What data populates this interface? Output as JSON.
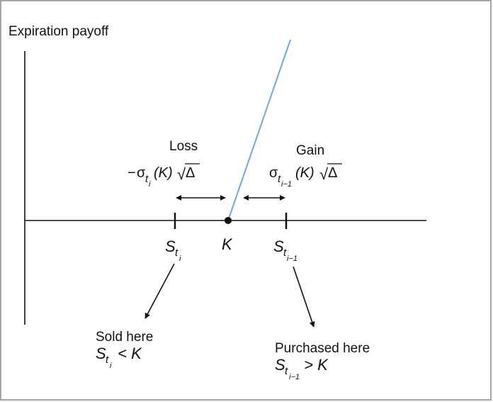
{
  "y_axis_label": "Expiration payoff",
  "loss": {
    "title": "Loss",
    "minus": "−",
    "sigma": "σ",
    "t": "t",
    "i": "i",
    "K": "(K)",
    "radical": "√",
    "delta": "Δ"
  },
  "gain": {
    "title": "Gain",
    "sigma": "σ",
    "t": "t",
    "i": "i−1",
    "K": "(K)",
    "radical": "√",
    "delta": "Δ"
  },
  "ticks": {
    "s_ti": {
      "S": "S",
      "t": "t",
      "i": "i"
    },
    "k": "K",
    "s_ti1": {
      "S": "S",
      "t": "t",
      "i": "i−1"
    }
  },
  "sold": {
    "text": "Sold here",
    "S": "S",
    "t": "t",
    "i": "i",
    "rel": " < K"
  },
  "purchased": {
    "text": "Purchased here",
    "S": "S",
    "t": "t",
    "i": "i−1",
    "rel": " > K"
  },
  "colors": {
    "payoff_line": "#6fa8dc",
    "frame": "#a6a6a6",
    "ink": "#111111"
  }
}
